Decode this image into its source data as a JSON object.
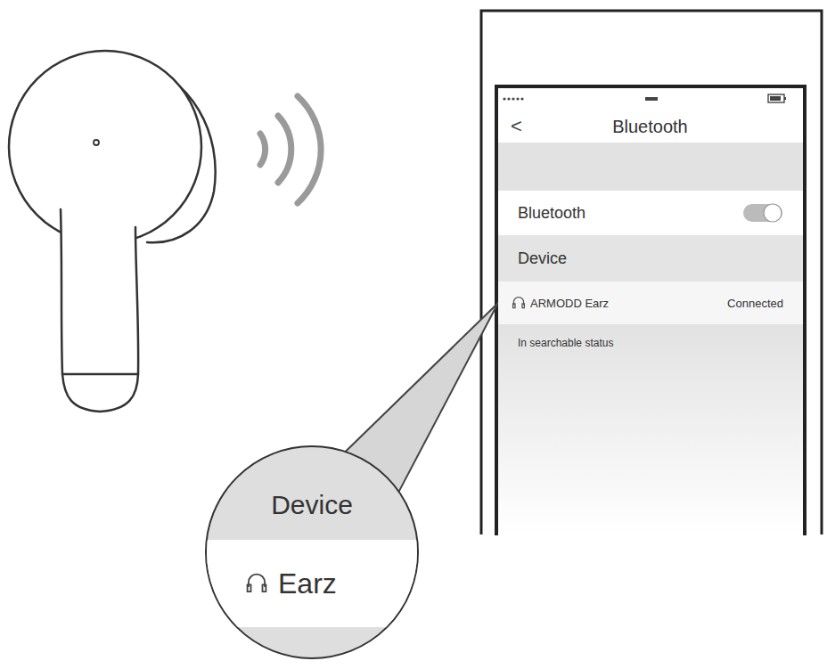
{
  "diagram": {
    "nodes": [
      {
        "text": [
          "<",
          "Bluetooth"
        ]
      },
      {
        "text": [
          "Bluetooth"
        ]
      },
      {
        "text": [
          "Device"
        ]
      },
      {
        "text": [
          "ARMODD Earz",
          "Connected"
        ]
      },
      {
        "text": [
          "In searchable status"
        ]
      },
      {
        "text": [
          "Device",
          "Earz"
        ]
      }
    ],
    "edges": [
      {
        "from": 5,
        "to": 3,
        "arrow": "none"
      }
    ]
  }
}
